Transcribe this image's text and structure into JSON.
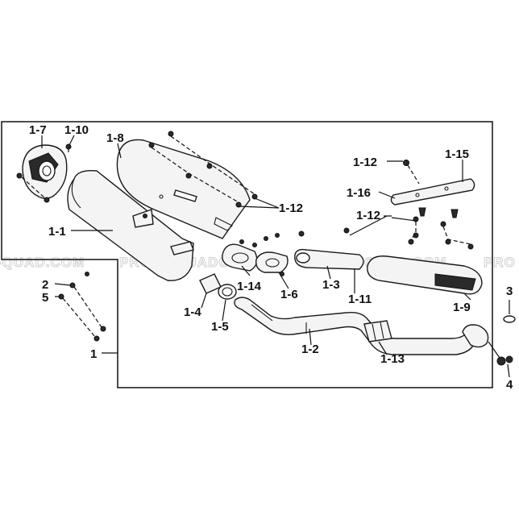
{
  "watermark": {
    "left": "-QUAD.COM",
    "mid1": "PROMOQUADCOM",
    "mid2": "PROMO-QUAD.COM",
    "right": "PRO"
  },
  "labels": {
    "p1_7": "1-7",
    "p1_10": "1-10",
    "p1_8": "1-8",
    "p1_1": "1-1",
    "p1_12a": "1-12",
    "p1_12b": "1-12",
    "p1_12c": "1-12",
    "p1_16": "1-16",
    "p1_15": "1-15",
    "p1_14": "1-14",
    "p1_6": "1-6",
    "p1_3": "1-3",
    "p1_11": "1-11",
    "p1_9": "1-9",
    "p1_4": "1-4",
    "p1_5": "1-5",
    "p1_2": "1-2",
    "p1_13": "1-13",
    "p2": "2",
    "p5": "5",
    "p1": "1",
    "p3": "3",
    "p4": "4"
  }
}
